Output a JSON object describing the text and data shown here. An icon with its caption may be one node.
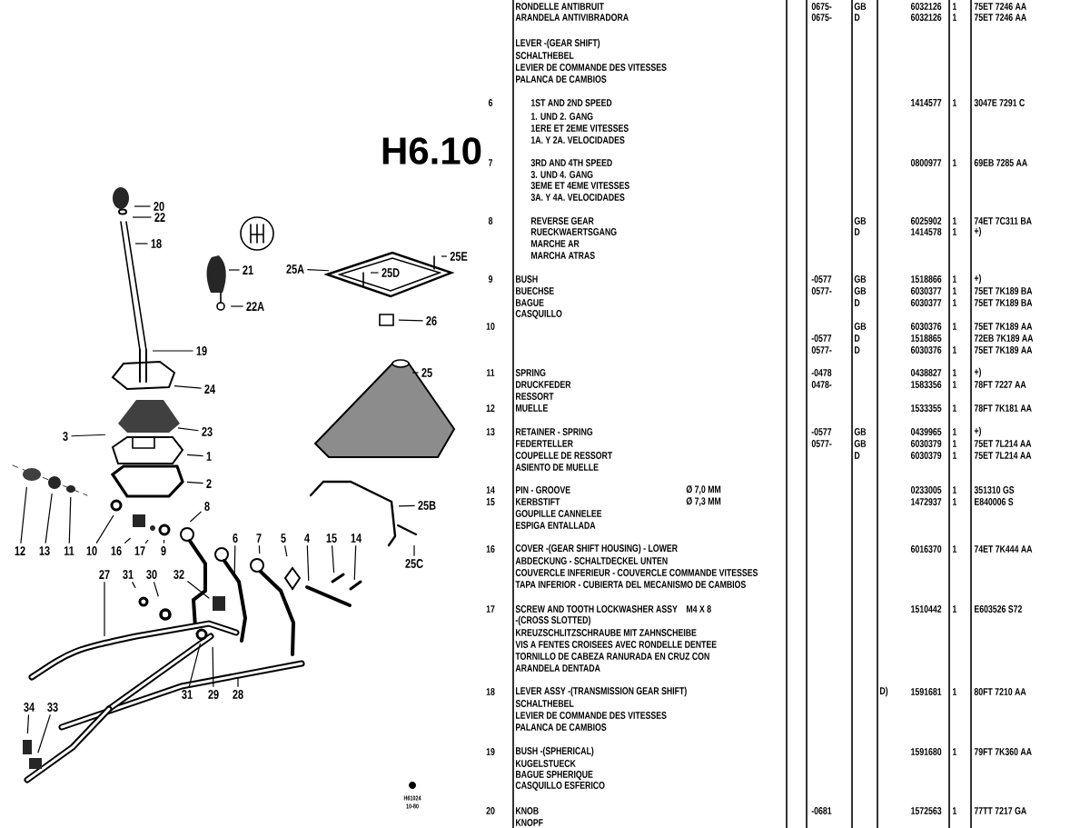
{
  "diagram": {
    "title": "H6.10",
    "nodes": [
      {
        "text": [
          "20"
        ]
      },
      {
        "text": [
          "22"
        ]
      },
      {
        "text": [
          "18"
        ]
      },
      {
        "text": [
          "21"
        ]
      },
      {
        "text": [
          "22A"
        ]
      },
      {
        "text": [
          "25A"
        ]
      },
      {
        "text": [
          "25D"
        ]
      },
      {
        "text": [
          "25E"
        ]
      },
      {
        "text": [
          "26"
        ]
      },
      {
        "text": [
          "19"
        ]
      },
      {
        "text": [
          "25"
        ]
      },
      {
        "text": [
          "24"
        ]
      },
      {
        "text": [
          "3"
        ]
      },
      {
        "text": [
          "23"
        ]
      },
      {
        "text": [
          "1"
        ]
      },
      {
        "text": [
          "2"
        ]
      },
      {
        "text": [
          "25B"
        ]
      },
      {
        "text": [
          "8"
        ]
      },
      {
        "text": [
          "12"
        ]
      },
      {
        "text": [
          "13"
        ]
      },
      {
        "text": [
          "11"
        ]
      },
      {
        "text": [
          "10"
        ]
      },
      {
        "text": [
          "16"
        ]
      },
      {
        "text": [
          "17"
        ]
      },
      {
        "text": [
          "9"
        ]
      },
      {
        "text": [
          "6"
        ]
      },
      {
        "text": [
          "7"
        ]
      },
      {
        "text": [
          "5"
        ]
      },
      {
        "text": [
          "4"
        ]
      },
      {
        "text": [
          "15"
        ]
      },
      {
        "text": [
          "14"
        ]
      },
      {
        "text": [
          "25C"
        ]
      },
      {
        "text": [
          "27"
        ]
      },
      {
        "text": [
          "31"
        ]
      },
      {
        "text": [
          "30"
        ]
      },
      {
        "text": [
          "32"
        ]
      },
      {
        "text": [
          "31"
        ]
      },
      {
        "text": [
          "29"
        ]
      },
      {
        "text": [
          "28"
        ]
      },
      {
        "text": [
          "34"
        ]
      },
      {
        "text": [
          "33"
        ]
      }
    ],
    "edges": [
      {
        "from": 0,
        "to": null,
        "arrow": "none"
      },
      {
        "from": 1,
        "to": null,
        "arrow": "none"
      },
      {
        "from": 2,
        "to": null,
        "arrow": "none"
      },
      {
        "from": 3,
        "to": null,
        "arrow": "none"
      },
      {
        "from": 4,
        "to": null,
        "arrow": "none"
      },
      {
        "from": 5,
        "to": null,
        "arrow": "none"
      },
      {
        "from": 6,
        "to": null,
        "arrow": "none"
      },
      {
        "from": 7,
        "to": null,
        "arrow": "none"
      },
      {
        "from": 8,
        "to": null,
        "arrow": "none"
      },
      {
        "from": 9,
        "to": null,
        "arrow": "none"
      },
      {
        "from": 10,
        "to": null,
        "arrow": "none"
      },
      {
        "from": 11,
        "to": null,
        "arrow": "none"
      },
      {
        "from": 12,
        "to": null,
        "arrow": "none"
      },
      {
        "from": 13,
        "to": null,
        "arrow": "none"
      },
      {
        "from": 14,
        "to": null,
        "arrow": "none"
      },
      {
        "from": 15,
        "to": null,
        "arrow": "none"
      },
      {
        "from": 16,
        "to": null,
        "arrow": "none"
      },
      {
        "from": 17,
        "to": null,
        "arrow": "none"
      },
      {
        "from": 18,
        "to": null,
        "arrow": "none"
      },
      {
        "from": 19,
        "to": null,
        "arrow": "none"
      },
      {
        "from": 20,
        "to": null,
        "arrow": "none"
      },
      {
        "from": 21,
        "to": null,
        "arrow": "none"
      },
      {
        "from": 22,
        "to": null,
        "arrow": "none"
      },
      {
        "from": 23,
        "to": null,
        "arrow": "none"
      },
      {
        "from": 24,
        "to": null,
        "arrow": "none"
      },
      {
        "from": 25,
        "to": null,
        "arrow": "none"
      },
      {
        "from": 26,
        "to": null,
        "arrow": "none"
      },
      {
        "from": 27,
        "to": null,
        "arrow": "none"
      },
      {
        "from": 28,
        "to": null,
        "arrow": "none"
      },
      {
        "from": 29,
        "to": null,
        "arrow": "none"
      },
      {
        "from": 30,
        "to": null,
        "arrow": "none"
      },
      {
        "from": 31,
        "to": null,
        "arrow": "none"
      },
      {
        "from": 32,
        "to": null,
        "arrow": "none"
      },
      {
        "from": 33,
        "to": null,
        "arrow": "none"
      },
      {
        "from": 34,
        "to": null,
        "arrow": "none"
      },
      {
        "from": 35,
        "to": null,
        "arrow": "none"
      },
      {
        "from": 36,
        "to": null,
        "arrow": "none"
      },
      {
        "from": 37,
        "to": null,
        "arrow": "none"
      },
      {
        "from": 38,
        "to": null,
        "arrow": "none"
      },
      {
        "from": 39,
        "to": null,
        "arrow": "none"
      },
      {
        "from": 40,
        "to": null,
        "arrow": "none"
      }
    ],
    "labels": [
      "RONDELLE ANTIBRUIT",
      "0675-",
      "GB",
      "6032126",
      "1",
      "75ET 7246 AA",
      "ARANDELA ANTIVIBRADORA",
      "0675-",
      "D",
      "6032126",
      "1",
      "75ET 7246 AA",
      "LEVER -(GEAR SHIFT)",
      "SCHALTHEBEL",
      "LEVIER DE COMMANDE DES VITESSES",
      "PALANCA DE CAMBIOS",
      "6",
      "1ST AND 2ND SPEED",
      "1414577",
      "1",
      "3047E 7291 C",
      "1. UND 2. GANG",
      "1ERE ET 2EME VITESSES",
      "1A. Y 2A. VELOCIDADES",
      "7",
      "3RD AND 4TH SPEED",
      "0800977",
      "1",
      "69EB 7285 AA",
      "3. UND 4. GANG",
      "3EME ET 4EME VITESSES",
      "3A. Y 4A. VELOCIDADES",
      "8",
      "REVERSE GEAR",
      "GB",
      "6025902",
      "1",
      "74ET 7C311 BA",
      "RUECKWAERTSGANG",
      "D",
      "1414578",
      "1",
      "+)",
      "MARCHE AR",
      "MARCHA ATRAS",
      "9",
      "BUSH",
      "-0577",
      "GB",
      "1518866",
      "1",
      "+)",
      "BUECHSE",
      "0577-",
      "GB",
      "6030377",
      "1",
      "75ET 7K189 BA",
      "BAGUE",
      "D",
      "6030377",
      "1",
      "75ET 7K189 BA",
      "CASQUILLO",
      "10",
      "GB",
      "6030376",
      "1",
      "75ET 7K189 AA",
      "-0577",
      "D",
      "1518865",
      "72EB 7K189 AA",
      "0577-",
      "D",
      "6030376",
      "1",
      "75ET 7K189 AA",
      "11",
      "SPRING",
      "-0478",
      "0438827",
      "1",
      "+)",
      "DRUCKFEDER",
      "0478-",
      "1583356",
      "1",
      "78FT 7227 AA",
      "RESSORT",
      "12",
      "MUELLE",
      "1533355",
      "1",
      "78FT 7K181 AA",
      "13",
      "RETAINER - SPRING",
      "-0577",
      "GB",
      "0439965",
      "1",
      "+)",
      "FEDERTELLER",
      "0577-",
      "GB",
      "6030379",
      "1",
      "75ET 7L214 AA",
      "COUPELLE DE RESSORT",
      "D",
      "6030379",
      "1",
      "75ET 7L214 AA",
      "ASIENTO DE MUELLE",
      "14",
      "PIN - GROOVE",
      "Ø 7,0 MM",
      "0233005",
      "1",
      "351310 GS",
      "15",
      "KERBSTIFT",
      "Ø 7,3 MM",
      "1472937",
      "1",
      "E840006 S",
      "GOUPILLE CANNELEE",
      "ESPIGA ENTALLADA",
      "16",
      "COVER -(GEAR SHIFT HOUSING) - LOWER",
      "6016370",
      "1",
      "74ET 7K444 AA",
      "ABDECKUNG - SCHALTDECKEL UNTEN",
      "COUVERCLE INFERIEUR - COUVERCLE COMMANDE VITESSES",
      "TAPA INFERIOR - CUBIERTA DEL MECANISMO DE CAMBIOS",
      "17",
      "SCREW AND TOOTH LOCKWASHER ASSY",
      "M4 X 8",
      "1510442",
      "1",
      "E603526 S72",
      "-(CROSS SLOTTED)",
      "KREUZSCHLITZSCHRAUBE MIT ZAHNSCHEIBE",
      "VIS A FENTES CROISEES AVEC RONDELLE DENTEE",
      "TORNILLO DE CABEZA RANURADA EN CRUZ CON",
      "ARANDELA DENTADA",
      "18",
      "LEVER ASSY -(TRANSMISSION GEAR SHIFT)",
      "D)",
      "1591681",
      "1",
      "80FT 7210 AA",
      "SCHALTHEBEL",
      "LEVIER DE COMMANDE DES VITESSES",
      "PALANCA DE CAMBIOS",
      "19",
      "BUSH -(SPHERICAL)",
      "1591680",
      "1",
      "79FT 7K360 AA",
      "KUGELSTUECK",
      "BAGUE SPHERIQUE",
      "CASQUILLO ESFERICO",
      "20",
      "KNOB",
      "-0681",
      "1572563",
      "1",
      "77TT 7217 GA",
      "KNOPF",
      "H61024",
      "10-80"
    ]
  }
}
